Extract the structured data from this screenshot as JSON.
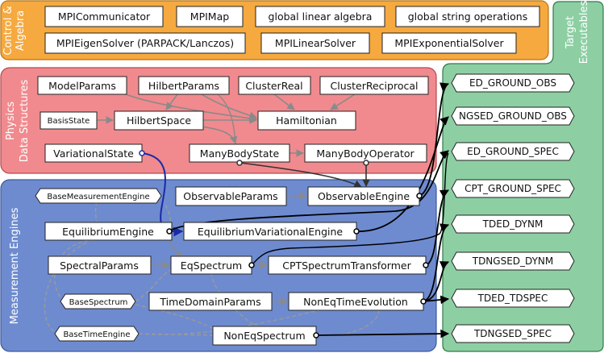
{
  "panels": {
    "control": {
      "label_line1": "Control &",
      "label_line2": "Algebra",
      "color": "#F5A93F"
    },
    "physics": {
      "label_line1": "Physics",
      "label_line2": "Data Structures",
      "color": "#F08A8E"
    },
    "measurement": {
      "label": "Measurement Engines",
      "color": "#6E8BD0"
    },
    "targets": {
      "label_line1": "Target",
      "label_line2": "Executables",
      "color": "#8DCFA3"
    }
  },
  "control_boxes": {
    "mpi_communicator": "MPICommunicator",
    "mpi_map": "MPIMap",
    "global_linear_algebra": "global linear algebra",
    "global_string_operations": "global string operations",
    "mpi_eigen_solver": "MPIEigenSolver (PARPACK/Lanczos)",
    "mpi_linear_solver": "MPILinearSolver",
    "mpi_exponential_solver": "MPIExponentialSolver"
  },
  "physics_boxes": {
    "model_params": "ModelParams",
    "hilbert_params": "HilbertParams",
    "cluster_real": "ClusterReal",
    "cluster_reciprocal": "ClusterReciprocal",
    "basis_state": "BasisState",
    "hilbert_space": "HilbertSpace",
    "hamiltonian": "Hamiltonian",
    "variational_state": "VariationalState",
    "many_body_state": "ManyBodyState",
    "many_body_operator": "ManyBodyOperator"
  },
  "measurement_boxes": {
    "base_measurement_engine": "BaseMeasurementEngine",
    "observable_params": "ObservableParams",
    "observable_engine": "ObservableEngine",
    "equilibrium_engine": "EquilibriumEngine",
    "equilibrium_variational_engine": "EquilibriumVariationalEngine",
    "spectral_params": "SpectralParams",
    "eq_spectrum": "EqSpectrum",
    "cpt_spectrum_transformer": "CPTSpectrumTransformer",
    "base_spectrum": "BaseSpectrum",
    "time_domain_params": "TimeDomainParams",
    "non_eq_time_evolution": "NonEqTimeEvolution",
    "base_time_engine": "BaseTimeEngine",
    "non_eq_spectrum": "NonEqSpectrum"
  },
  "targets": [
    "ED_GROUND_OBS",
    "NGSED_GROUND_OBS",
    "ED_GROUND_SPEC",
    "CPT_GROUND_SPEC",
    "TDED_DYNM",
    "TDNGSED_DYNM",
    "TDED_TDSPEC",
    "TDNGSED_SPEC"
  ]
}
